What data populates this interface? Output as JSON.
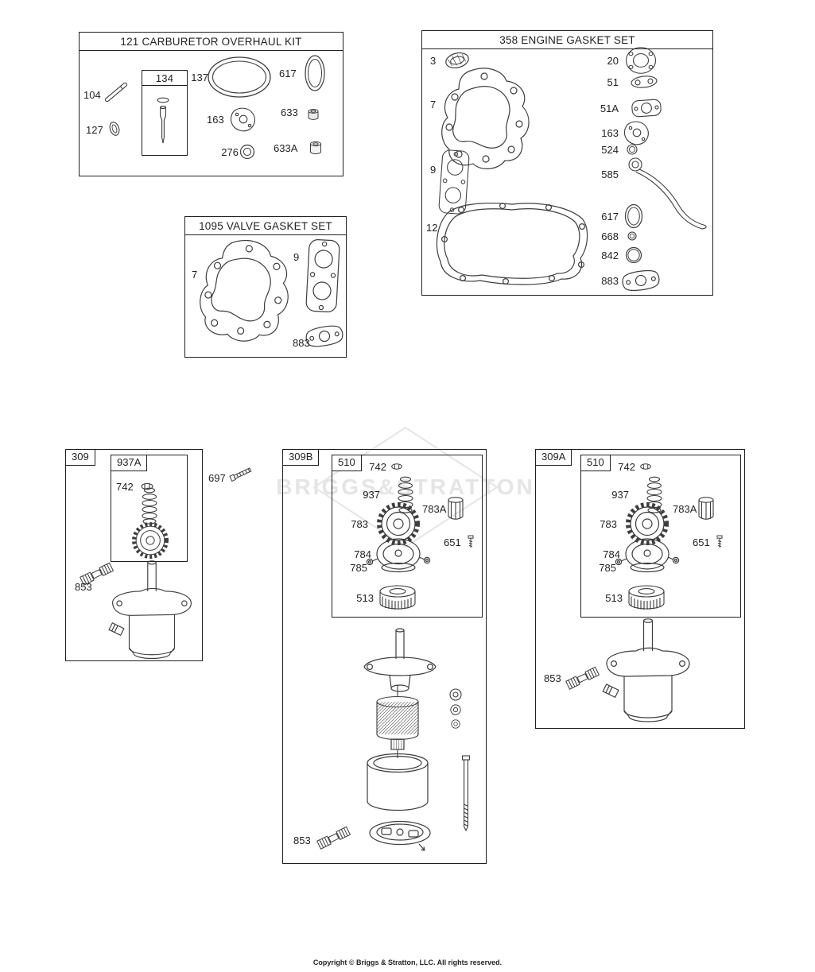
{
  "watermark": "BRIGGS&STRATTON",
  "copyright": "Copyright © Briggs & Stratton, LLC. All rights reserved.",
  "carb_kit": {
    "title": "121 CARBURETOR OVERHAUL KIT",
    "inner_label": "134",
    "labels": {
      "l104": "104",
      "l127": "127",
      "l137": "137",
      "l617": "617",
      "l163": "163",
      "l633": "633",
      "l276": "276",
      "l633A": "633A"
    }
  },
  "engine_gasket_set": {
    "title": "358 ENGINE GASKET SET",
    "labels": {
      "l3": "3",
      "l7": "7",
      "l9": "9",
      "l12": "12",
      "l20": "20",
      "l51": "51",
      "l51A": "51A",
      "l163": "163",
      "l524": "524",
      "l585": "585",
      "l617": "617",
      "l668": "668",
      "l842": "842",
      "l883": "883"
    }
  },
  "valve_gasket_set": {
    "title": "1095 VALVE GASKET SET",
    "labels": {
      "l7": "7",
      "l9": "9",
      "l883": "883"
    }
  },
  "starter_309": {
    "title": "309",
    "inner_label": "937A",
    "labels": {
      "l742": "742",
      "l697": "697",
      "l853": "853"
    }
  },
  "starter_309B": {
    "title": "309B",
    "inner_label": "510",
    "labels": {
      "l742": "742",
      "l937": "937",
      "l783A": "783A",
      "l783": "783",
      "l784": "784",
      "l651": "651",
      "l785": "785",
      "l513": "513",
      "l853": "853"
    }
  },
  "starter_309A": {
    "title": "309A",
    "inner_label": "510",
    "labels": {
      "l742": "742",
      "l937": "937",
      "l783A": "783A",
      "l783": "783",
      "l784": "784",
      "l651": "651",
      "l785": "785",
      "l513": "513",
      "l853": "853"
    }
  }
}
